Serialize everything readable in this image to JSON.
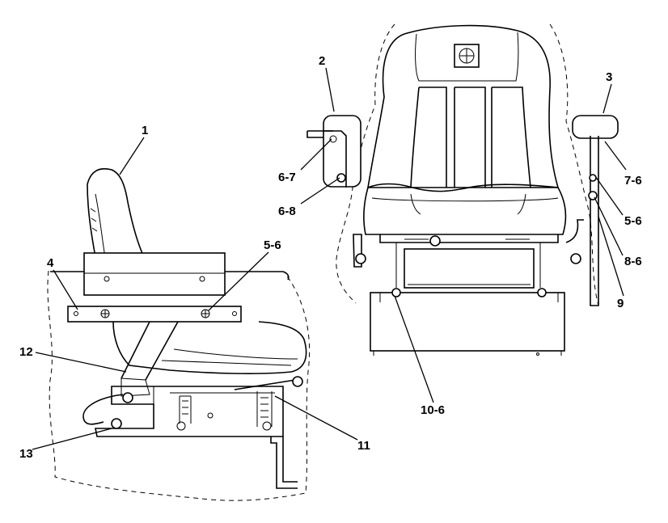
{
  "callouts": [
    {
      "id": "c1",
      "text": "1"
    },
    {
      "id": "c2",
      "text": "2"
    },
    {
      "id": "c3",
      "text": "3"
    },
    {
      "id": "c4",
      "text": "4"
    },
    {
      "id": "c5_6_left",
      "text": "5-6"
    },
    {
      "id": "c6_7",
      "text": "6-7"
    },
    {
      "id": "c6_8",
      "text": "6-8"
    },
    {
      "id": "c7_6",
      "text": "7-6"
    },
    {
      "id": "c5_6_right",
      "text": "5-6"
    },
    {
      "id": "c8_6",
      "text": "8-6"
    },
    {
      "id": "c9",
      "text": "9"
    },
    {
      "id": "c10_6",
      "text": "10-6"
    },
    {
      "id": "c11",
      "text": "11"
    },
    {
      "id": "c12",
      "text": "12"
    },
    {
      "id": "c13",
      "text": "13"
    }
  ]
}
